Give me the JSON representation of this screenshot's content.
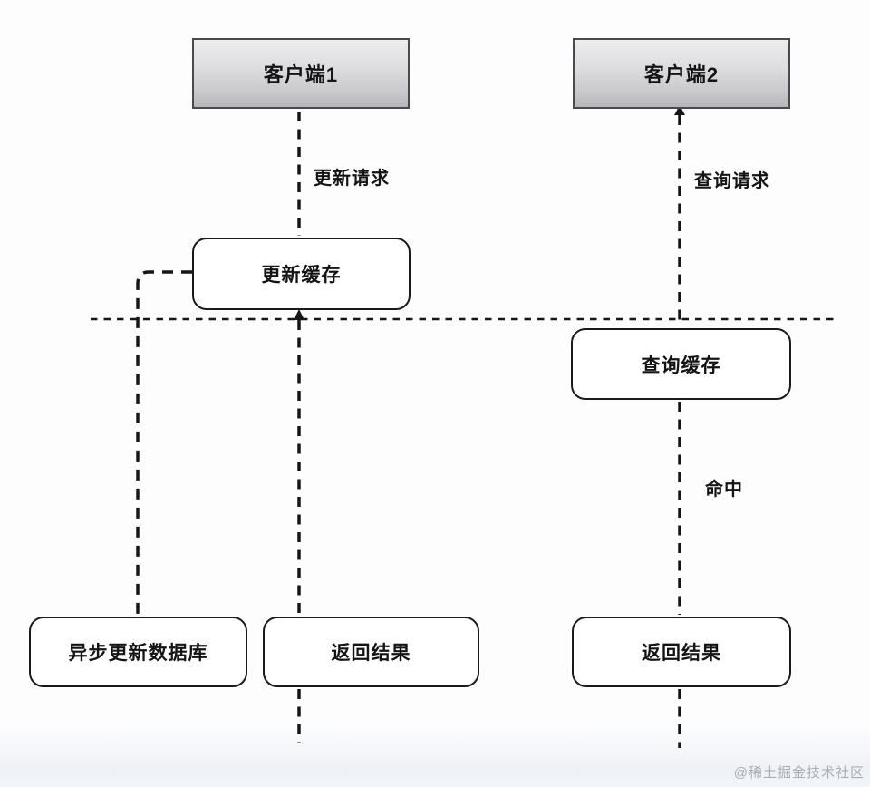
{
  "diagram": {
    "title_implied": "cache-update-sequence",
    "actors": [
      {
        "id": "client1",
        "label": "客户端1"
      },
      {
        "id": "client2",
        "label": "客户端2"
      }
    ],
    "messages": {
      "update_request": "更新请求",
      "query_request": "查询请求",
      "hit": "命中"
    },
    "nodes": {
      "update_cache": "更新缓存",
      "query_cache": "查询缓存",
      "async_update_db": "异步更新数据库",
      "return_result_left": "返回结果",
      "return_result_right": "返回结果"
    },
    "watermark": "@稀土掘金技术社区",
    "colors": {
      "line": "#161616",
      "box_fill": "#ffffff",
      "box_border": "#1a1a1a",
      "actor_gradient_top": "#ededf0",
      "actor_gradient_bottom": "#b6b6ba",
      "actor_border": "#4a4a4e",
      "watermark": "#a9adb4",
      "background": "#fdfdfe",
      "background_bottom": "#eef1f6"
    }
  }
}
